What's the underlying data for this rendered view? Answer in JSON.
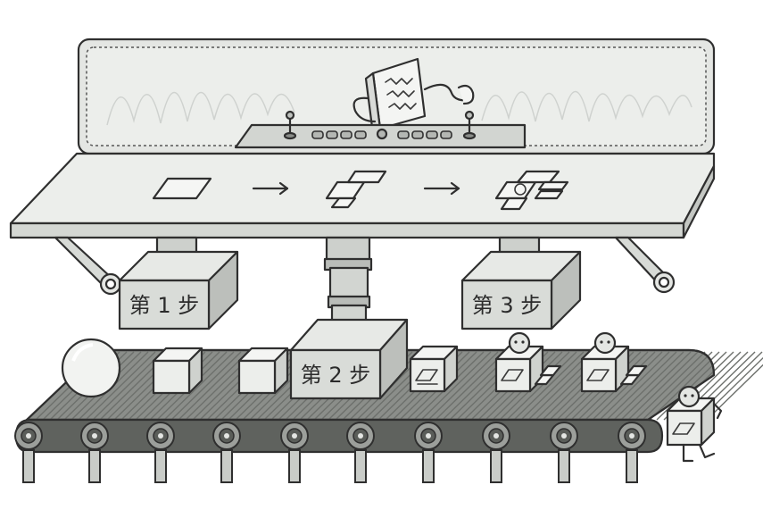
{
  "stages": [
    {
      "label": "第 1 步"
    },
    {
      "label": "第 2 步"
    },
    {
      "label": "第 3 步"
    }
  ],
  "colors": {
    "panel": "#e9ebe9",
    "panel_dark": "#c9ccc8",
    "piston": "#d3d6d2",
    "belt": "#7d807c",
    "ink": "#2f2f2f"
  },
  "icons": [
    "blueprint-plate-icon",
    "arrow-right-icon",
    "half-robot-blueprint-icon",
    "robot-blueprint-icon",
    "robot-worker-icon",
    "lever-icon"
  ]
}
